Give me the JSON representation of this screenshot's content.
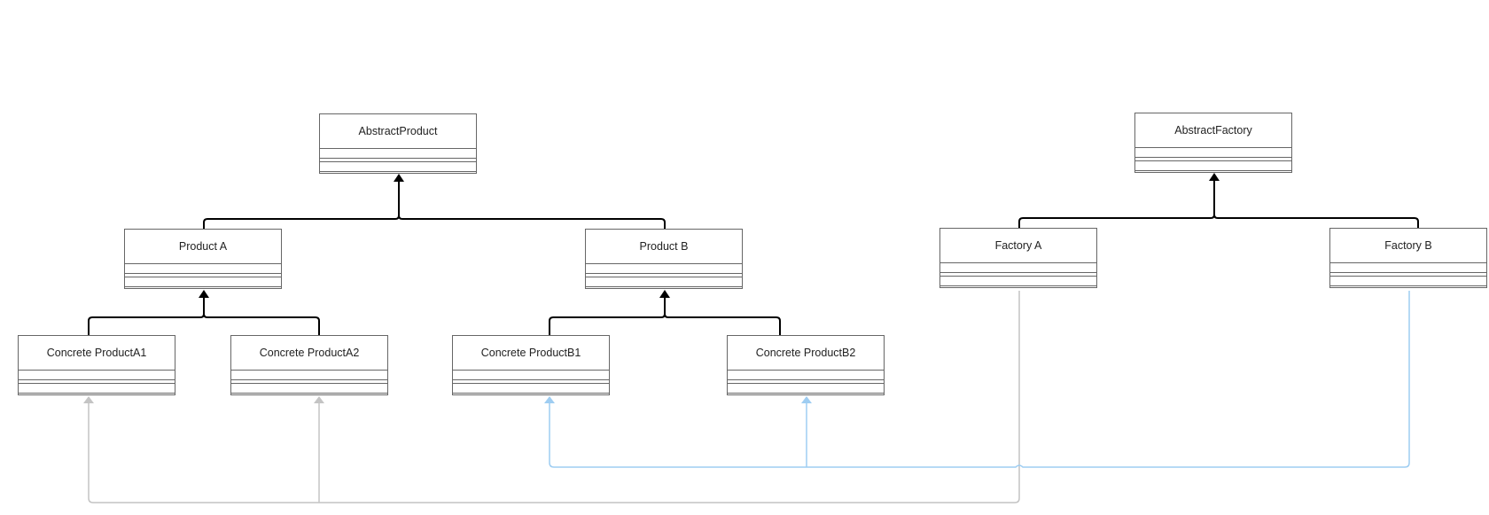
{
  "diagram": {
    "classes": {
      "abstract_product": "AbstractProduct",
      "product_a": "Product A",
      "product_b": "Product B",
      "concrete_product_a1": "Concrete ProductA1",
      "concrete_product_a2": "Concrete ProductA2",
      "concrete_product_b1": "Concrete ProductB1",
      "concrete_product_b2": "Concrete ProductB2",
      "abstract_factory": "AbstractFactory",
      "factory_a": "Factory A",
      "factory_b": "Factory B"
    },
    "relationships": [
      {
        "type": "generalization",
        "from": "product_a",
        "to": "abstract_product"
      },
      {
        "type": "generalization",
        "from": "product_b",
        "to": "abstract_product"
      },
      {
        "type": "generalization",
        "from": "concrete_product_a1",
        "to": "product_a"
      },
      {
        "type": "generalization",
        "from": "concrete_product_a2",
        "to": "product_a"
      },
      {
        "type": "generalization",
        "from": "concrete_product_b1",
        "to": "product_b"
      },
      {
        "type": "generalization",
        "from": "concrete_product_b2",
        "to": "product_b"
      },
      {
        "type": "generalization",
        "from": "factory_a",
        "to": "abstract_factory"
      },
      {
        "type": "generalization",
        "from": "factory_b",
        "to": "abstract_factory"
      },
      {
        "type": "dependency",
        "from": "factory_a",
        "to": "concrete_product_a1"
      },
      {
        "type": "dependency",
        "from": "factory_a",
        "to": "concrete_product_a2"
      },
      {
        "type": "dependency",
        "from": "factory_b",
        "to": "concrete_product_b1"
      },
      {
        "type": "dependency",
        "from": "factory_b",
        "to": "concrete_product_b2"
      }
    ],
    "colors": {
      "class_border": "#666666",
      "generalization_edge": "#000000",
      "factory_a_edges": "#c4c4c4",
      "factory_b_edges": "#9ecdf2"
    }
  }
}
